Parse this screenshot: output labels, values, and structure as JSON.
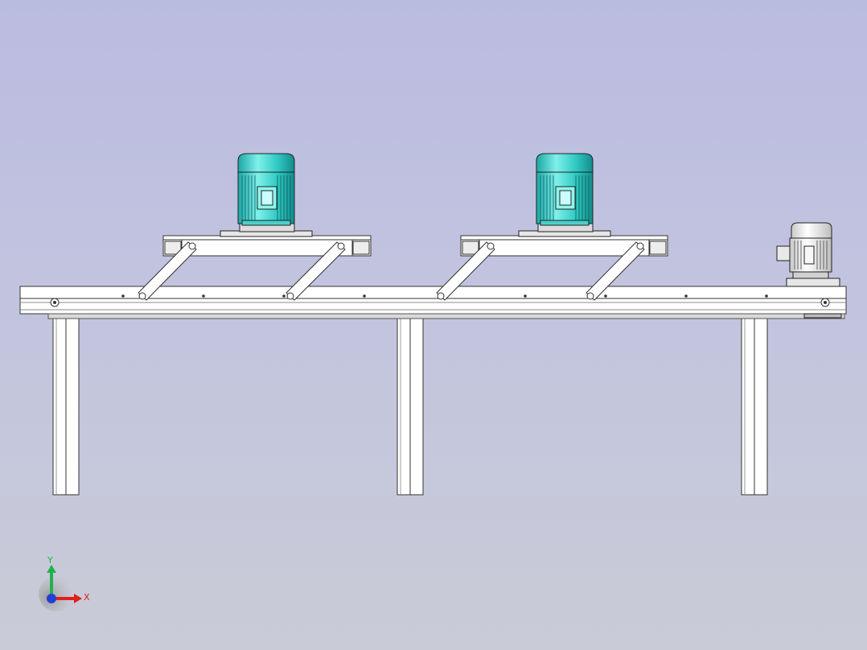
{
  "viewport": {
    "background_top": "#babbe0",
    "background_bottom": "#c9cbd7"
  },
  "model": {
    "frame_color": "#ffffff",
    "edge_color": "#333333",
    "motor_housing_color": "#3fd6d0",
    "small_motor_color": "#f2f2f2",
    "large_motor_count": 2,
    "small_motor_count": 1,
    "leg_count": 3
  },
  "triad": {
    "x_label": "X",
    "y_label": "Y",
    "x_color": "#e0201a",
    "y_color": "#22b14c",
    "z_color": "#1f3fd6"
  }
}
